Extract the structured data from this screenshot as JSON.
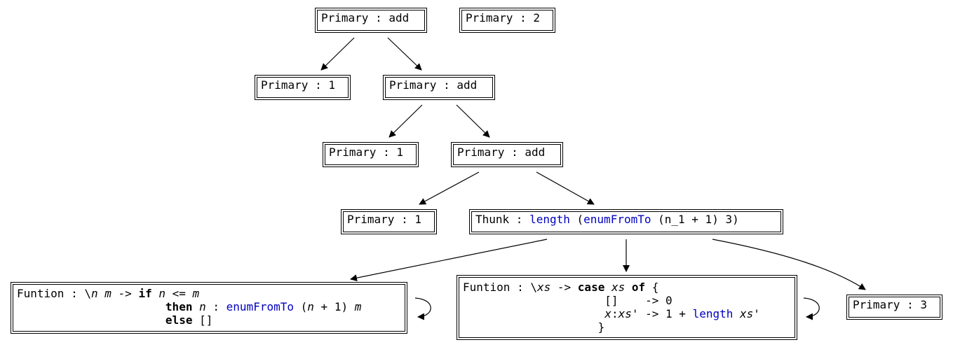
{
  "nodes": {
    "add_top": {
      "kind": "Primary",
      "value": "add"
    },
    "prim_2": {
      "kind": "Primary",
      "value": "2"
    },
    "prim_1_a": {
      "kind": "Primary",
      "value": "1"
    },
    "add_mid": {
      "kind": "Primary",
      "value": "add"
    },
    "prim_1_b": {
      "kind": "Primary",
      "value": "1"
    },
    "add_low": {
      "kind": "Primary",
      "value": "add"
    },
    "prim_1_c": {
      "kind": "Primary",
      "value": "1"
    },
    "thunk": {
      "kind": "Thunk",
      "fn1": "length",
      "open": "(",
      "fn2": "enumFromTo",
      "args": "(n_1 + 1) 3)"
    },
    "fun_enum": {
      "kind": "Funtion",
      "lam": "\\",
      "n": "n",
      "m": "m",
      "arrow": "->",
      "if": "if",
      "le": "<=",
      "then": "then",
      "colon": ":",
      "fn": "enumFromTo",
      "open": "(",
      "plus": "+ 1)",
      "else": "else",
      "nil": "[]"
    },
    "fun_length": {
      "kind": "Funtion",
      "lam": "\\",
      "xs": "xs",
      "arrow": "->",
      "case": "case",
      "of": "of",
      "brace_open": "{",
      "nil": "[]",
      "arrow0": "-> 0",
      "x": "x",
      "cons": ":",
      "xs_prime": "xs'",
      "arrow1": "-> 1 +",
      "fn": "length",
      "brace_close": "}"
    },
    "prim_3": {
      "kind": "Primary",
      "value": "3"
    }
  },
  "colors": {
    "function_name": "#0000c0",
    "line": "#000000"
  }
}
